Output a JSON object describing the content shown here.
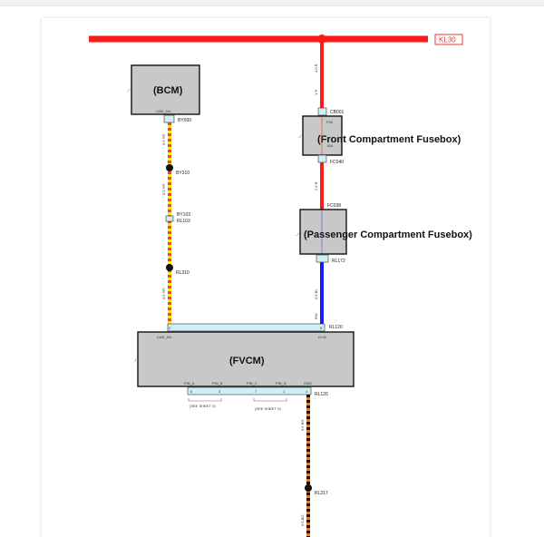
{
  "supply": {
    "label": "KL30",
    "color": "#ff1a1a"
  },
  "modules": {
    "bcm": {
      "label": "(BCM)",
      "connector": "BY000"
    },
    "front_fusebox": {
      "label": "(Front Compartment Fusebox)",
      "connector_top": "CB001",
      "connector_bottom": "FC040"
    },
    "passenger_fusebox": {
      "label": "(Passenger Compartment Fusebox)",
      "connector_top": "FC038",
      "connector_bottom": "RL172"
    },
    "fvcm": {
      "label": "(FVCM)",
      "connector_top": "RL120",
      "connector_bottom": "RL120"
    }
  },
  "splices": [
    "BY310",
    "RL310",
    "RL317"
  ],
  "inline_connector": {
    "top": "BY103",
    "bottom": "RL103"
  },
  "colors": {
    "can_high": "#ffee00",
    "can_low": "#ff3b3b",
    "supply": "#ff1a1a",
    "fused": "#1a1aff",
    "ground": "#d9822b",
    "ground_stripe": "#111111",
    "module_fill": "#c8c8c8",
    "connector_fill": "#cfeff5"
  }
}
